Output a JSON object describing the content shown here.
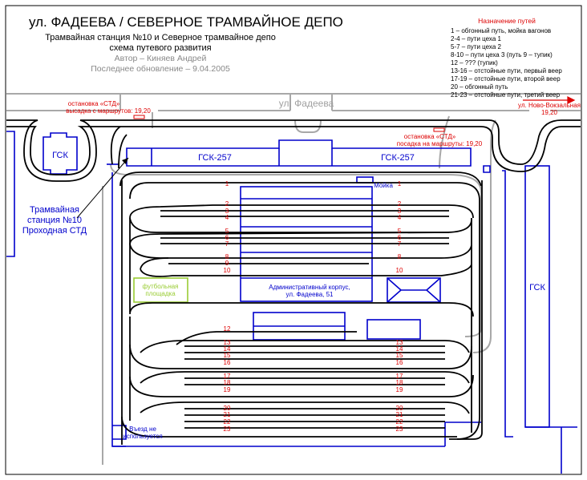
{
  "header": {
    "title": "ул. ФАДЕЕВА / СЕВЕРНОЕ ТРАМВАЙНОЕ ДЕПО",
    "subtitle1": "Трамвайная станция №10 и Северное трамвайное депо",
    "subtitle2": "схема путевого развития",
    "author": "Автор – Киняев Андрей",
    "updated": "Последнее обновление – 9.04.2005"
  },
  "legend": {
    "title": "Назначение путей",
    "items": [
      "1 – обгонный путь, мойка вагонов",
      "2-4 – пути цеха 1",
      "5-7 – пути цеха 2",
      "8-10 – пути цеха 3 (путь 9 – тупик)",
      "12 – ??? (тупик)",
      "13-16 – отстойные пути, первый веер",
      "17-19 – отстойные пути, второй веер",
      "20 – обгонный путь",
      "21-23 – отстойные пути, третий веер"
    ]
  },
  "street": {
    "label": "ул. Фадеева"
  },
  "stops": {
    "left_line1": "остановка «СТД»",
    "left_line2": "высадка с маршрутов: 19,20",
    "right_line1": "остановка «СТД»",
    "right_line2": "посадка на маршруты: 19,20",
    "direction_line1": "ул. Ново-Вокзальная",
    "direction_line2": "19,20"
  },
  "buildings": {
    "gsk_left": "ГСК",
    "gsk257_left": "ГСК-257",
    "gsk257_right": "ГСК-257",
    "gsk_right": "ГСК",
    "wash": "Мойка",
    "admin_line1": "Административный корпус,",
    "admin_line2": "ул. Фадеева, 51",
    "football_line1": "футбольная",
    "football_line2": "площадка"
  },
  "station": {
    "line1": "Трамвайная",
    "line2": "станция №10",
    "line3": "Проходная СТД"
  },
  "entry": {
    "line1": "Въезд не",
    "line2": "используется"
  },
  "tracks": {
    "t1": "1",
    "t2": "2",
    "t3": "3",
    "t4": "4",
    "t5": "5",
    "t6": "6",
    "t7": "7",
    "t8": "8",
    "t9": "9",
    "t10": "10",
    "t12": "12",
    "t13": "13",
    "t14": "14",
    "t15": "15",
    "t16": "16",
    "t17": "17",
    "t18": "18",
    "t19": "19",
    "t20": "20",
    "t21": "21",
    "t22": "22",
    "t23": "23"
  },
  "colors": {
    "blue": "#0000cc",
    "red": "#dd0000",
    "gray": "#a8a8a8",
    "green": "#99cc33",
    "black": "#000000"
  }
}
